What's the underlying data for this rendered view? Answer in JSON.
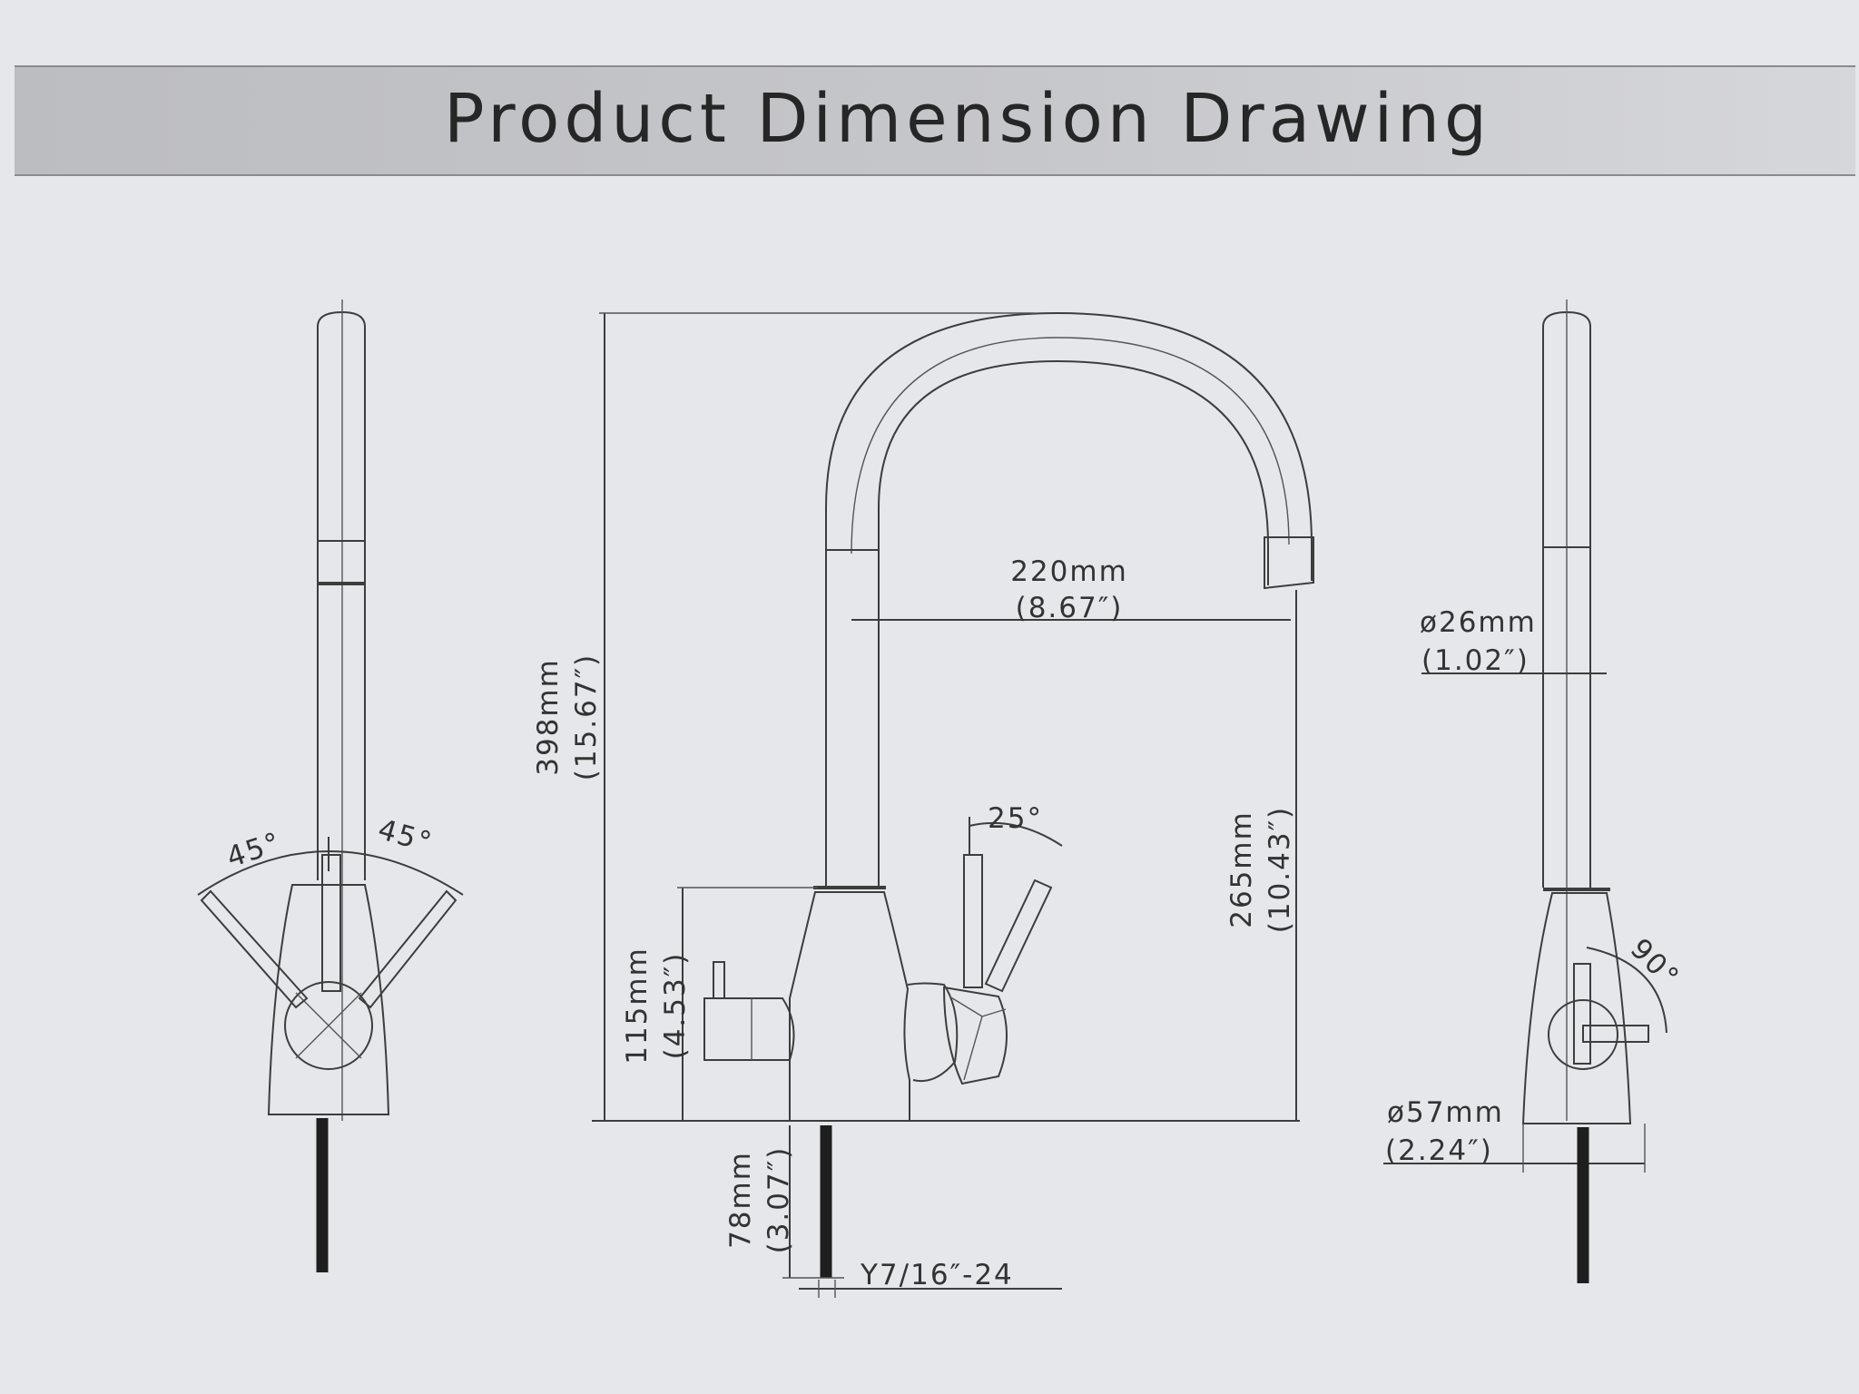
{
  "title": "Product Dimension Drawing",
  "front_view": {
    "height_mm": "398mm",
    "height_in": "(15.67″)",
    "reach_mm": "220mm",
    "reach_in": "(8.67″)",
    "spout_clearance_mm": "265mm",
    "spout_clearance_in": "(10.43″)",
    "body_height_mm": "115mm",
    "body_height_in": "(4.53″)",
    "shank_length_mm": "78mm",
    "shank_length_in": "(3.07″)",
    "thread": "Y7/16″-24",
    "handle_angle": "25°"
  },
  "left_view": {
    "angle_left": "45°",
    "angle_right": "45°"
  },
  "right_view": {
    "spout_diameter_mm": "ø26mm",
    "spout_diameter_in": "(1.02″)",
    "base_diameter_mm": "ø57mm",
    "base_diameter_in": "(2.24″)",
    "handle_angle": "90°"
  }
}
